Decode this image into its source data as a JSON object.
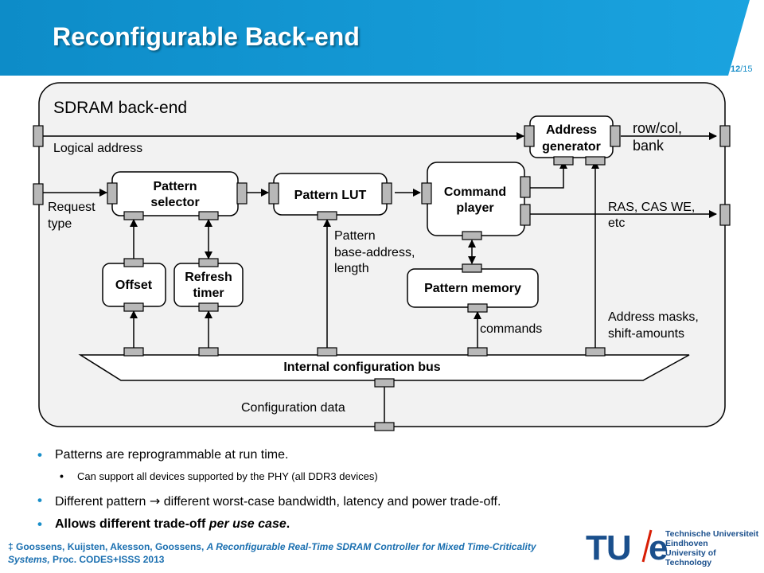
{
  "slide": {
    "title": "Reconfigurable Back-end",
    "page": "12",
    "total": "/15"
  },
  "diagram": {
    "container_label": "SDRAM back-end",
    "blocks": {
      "address_generator": [
        "Address",
        "generator"
      ],
      "pattern_selector": [
        "Pattern",
        "selector"
      ],
      "pattern_lut": "Pattern LUT",
      "command_player": [
        "Command",
        "player"
      ],
      "offset": "Offset",
      "refresh_timer": [
        "Refresh",
        "timer"
      ],
      "pattern_memory": "Pattern memory",
      "config_bus": "Internal configuration bus"
    },
    "labels": {
      "logical_address": "Logical address",
      "request_type": [
        "Request",
        "type"
      ],
      "row_col_bank": [
        "row/col,",
        "bank"
      ],
      "ras_cas": [
        "RAS, CAS WE,",
        "etc"
      ],
      "pattern_base": [
        "Pattern",
        "base-address,",
        "length"
      ],
      "commands": "commands",
      "address_masks": [
        "Address masks,",
        "shift-amounts"
      ],
      "config_data": "Configuration data"
    }
  },
  "bullets": {
    "b1": "Patterns are reprogrammable at run time.",
    "b2": "Can support all devices supported by the PHY (all DDR3 devices)",
    "b3_pre": "Different pattern ",
    "b3_arrow": "→",
    "b3_post": " different worst-case bandwidth, latency and power trade-off.",
    "b4_pre": "Allows different trade-off ",
    "b4_em": "per use case",
    "b4_post": "."
  },
  "footnote": {
    "prefix": "‡ Goossens, Kuijsten,  Akesson, Goossens, ",
    "title": "A Reconfigurable  Real-Time SDRAM Controller for Mixed Time-Criticality Systems,",
    "suffix": " Proc. CODES+ISSS 2013"
  },
  "logo": {
    "mark_tu": "TU",
    "mark_e": "e",
    "line1": "Technische Universiteit",
    "line2": "Eindhoven",
    "line3": "University of Technology"
  },
  "colors": {
    "accent": "#1a8fc9",
    "dark_blue": "#1a4f8c",
    "panel": "#f2f2f2",
    "port": "#b8b8b8"
  }
}
